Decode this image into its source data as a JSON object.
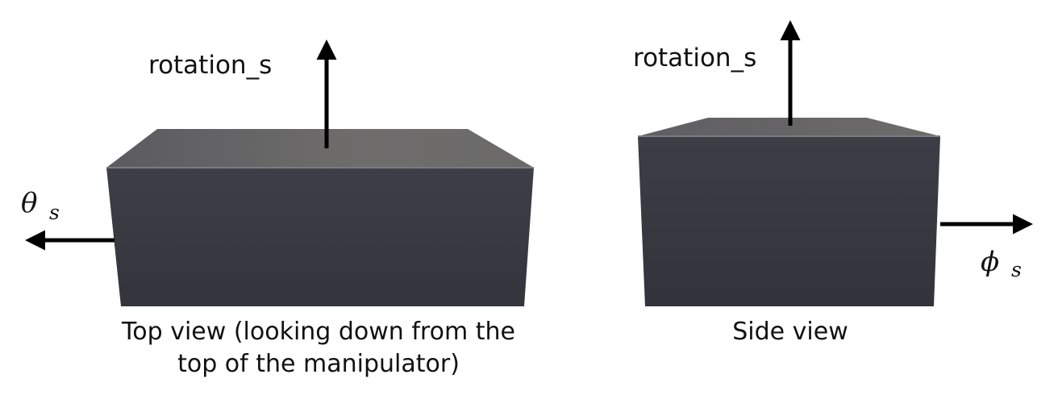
{
  "diagram": {
    "left_panel": {
      "arrow_up_label": "rotation_s",
      "arrow_left_symbol": "θ",
      "arrow_left_subscript": "s",
      "caption_line1": "Top view (looking down from the",
      "caption_line2": "top of the manipulator)"
    },
    "right_panel": {
      "arrow_up_label": "rotation_s",
      "arrow_right_symbol": "ϕ",
      "arrow_right_subscript": "s",
      "caption": "Side view"
    },
    "colors": {
      "box_front": "#3a3c44",
      "box_top": "#6e6c6b",
      "arrow": "#000000"
    }
  }
}
